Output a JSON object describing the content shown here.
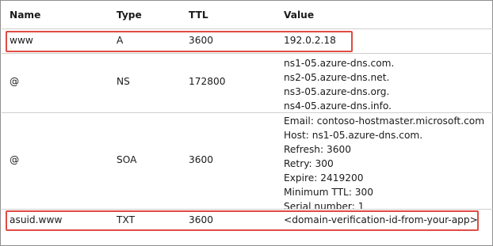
{
  "columns": [
    "Name",
    "Type",
    "TTL",
    "Value"
  ],
  "rows": [
    {
      "name": "www",
      "type": "A",
      "ttl": "3600",
      "value": [
        "192.0.2.18"
      ]
    },
    {
      "name": "@",
      "type": "NS",
      "ttl": "172800",
      "value": [
        "ns1-05.azure-dns.com.",
        "ns2-05.azure-dns.net.",
        "ns3-05.azure-dns.org.",
        "ns4-05.azure-dns.info."
      ]
    },
    {
      "name": "@",
      "type": "SOA",
      "ttl": "3600",
      "value": [
        "Email: contoso-hostmaster.microsoft.com",
        "Host: ns1-05.azure-dns.com.",
        "Refresh: 3600",
        "Retry: 300",
        "Expire: 2419200",
        "Minimum TTL: 300",
        "Serial number: 1"
      ]
    },
    {
      "name": "asuid.www",
      "type": "TXT",
      "ttl": "3600",
      "value": [
        "<domain-verification-id-from-your-app>"
      ]
    }
  ],
  "colors": {
    "highlight": "#e04b43",
    "border": "#8f8f8f",
    "separator": "#cfcfcf"
  }
}
